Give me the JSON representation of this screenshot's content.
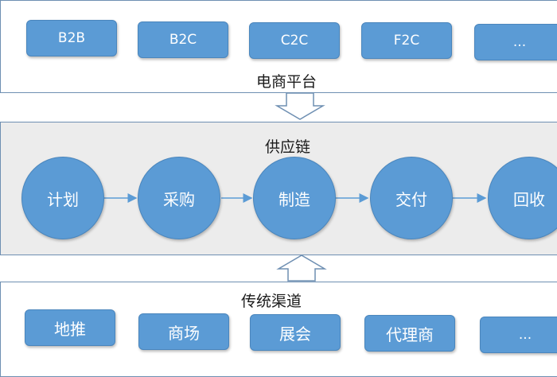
{
  "top": {
    "title": "电商平台",
    "boxes": [
      "B2B",
      "B2C",
      "C2C",
      "F2C",
      "..."
    ]
  },
  "middle": {
    "title": "供应链",
    "steps": [
      "计划",
      "采购",
      "制造",
      "交付",
      "回收"
    ]
  },
  "bottom": {
    "title": "传统渠道",
    "boxes": [
      "地推",
      "商场",
      "展会",
      "代理商",
      "..."
    ]
  },
  "colors": {
    "node_fill": "#5b9bd5",
    "panel_border": "#6e8fb2",
    "supply_chain_bg": "#ececec"
  }
}
